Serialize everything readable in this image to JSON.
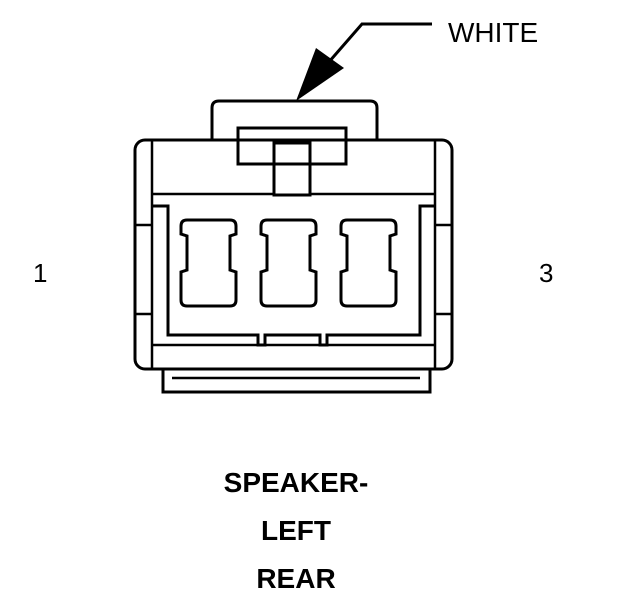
{
  "connector": {
    "wire_color_label": "WHITE",
    "pin_left": "1",
    "pin_right": "3",
    "title_lines": [
      "SPEAKER-",
      "LEFT",
      "REAR"
    ]
  }
}
